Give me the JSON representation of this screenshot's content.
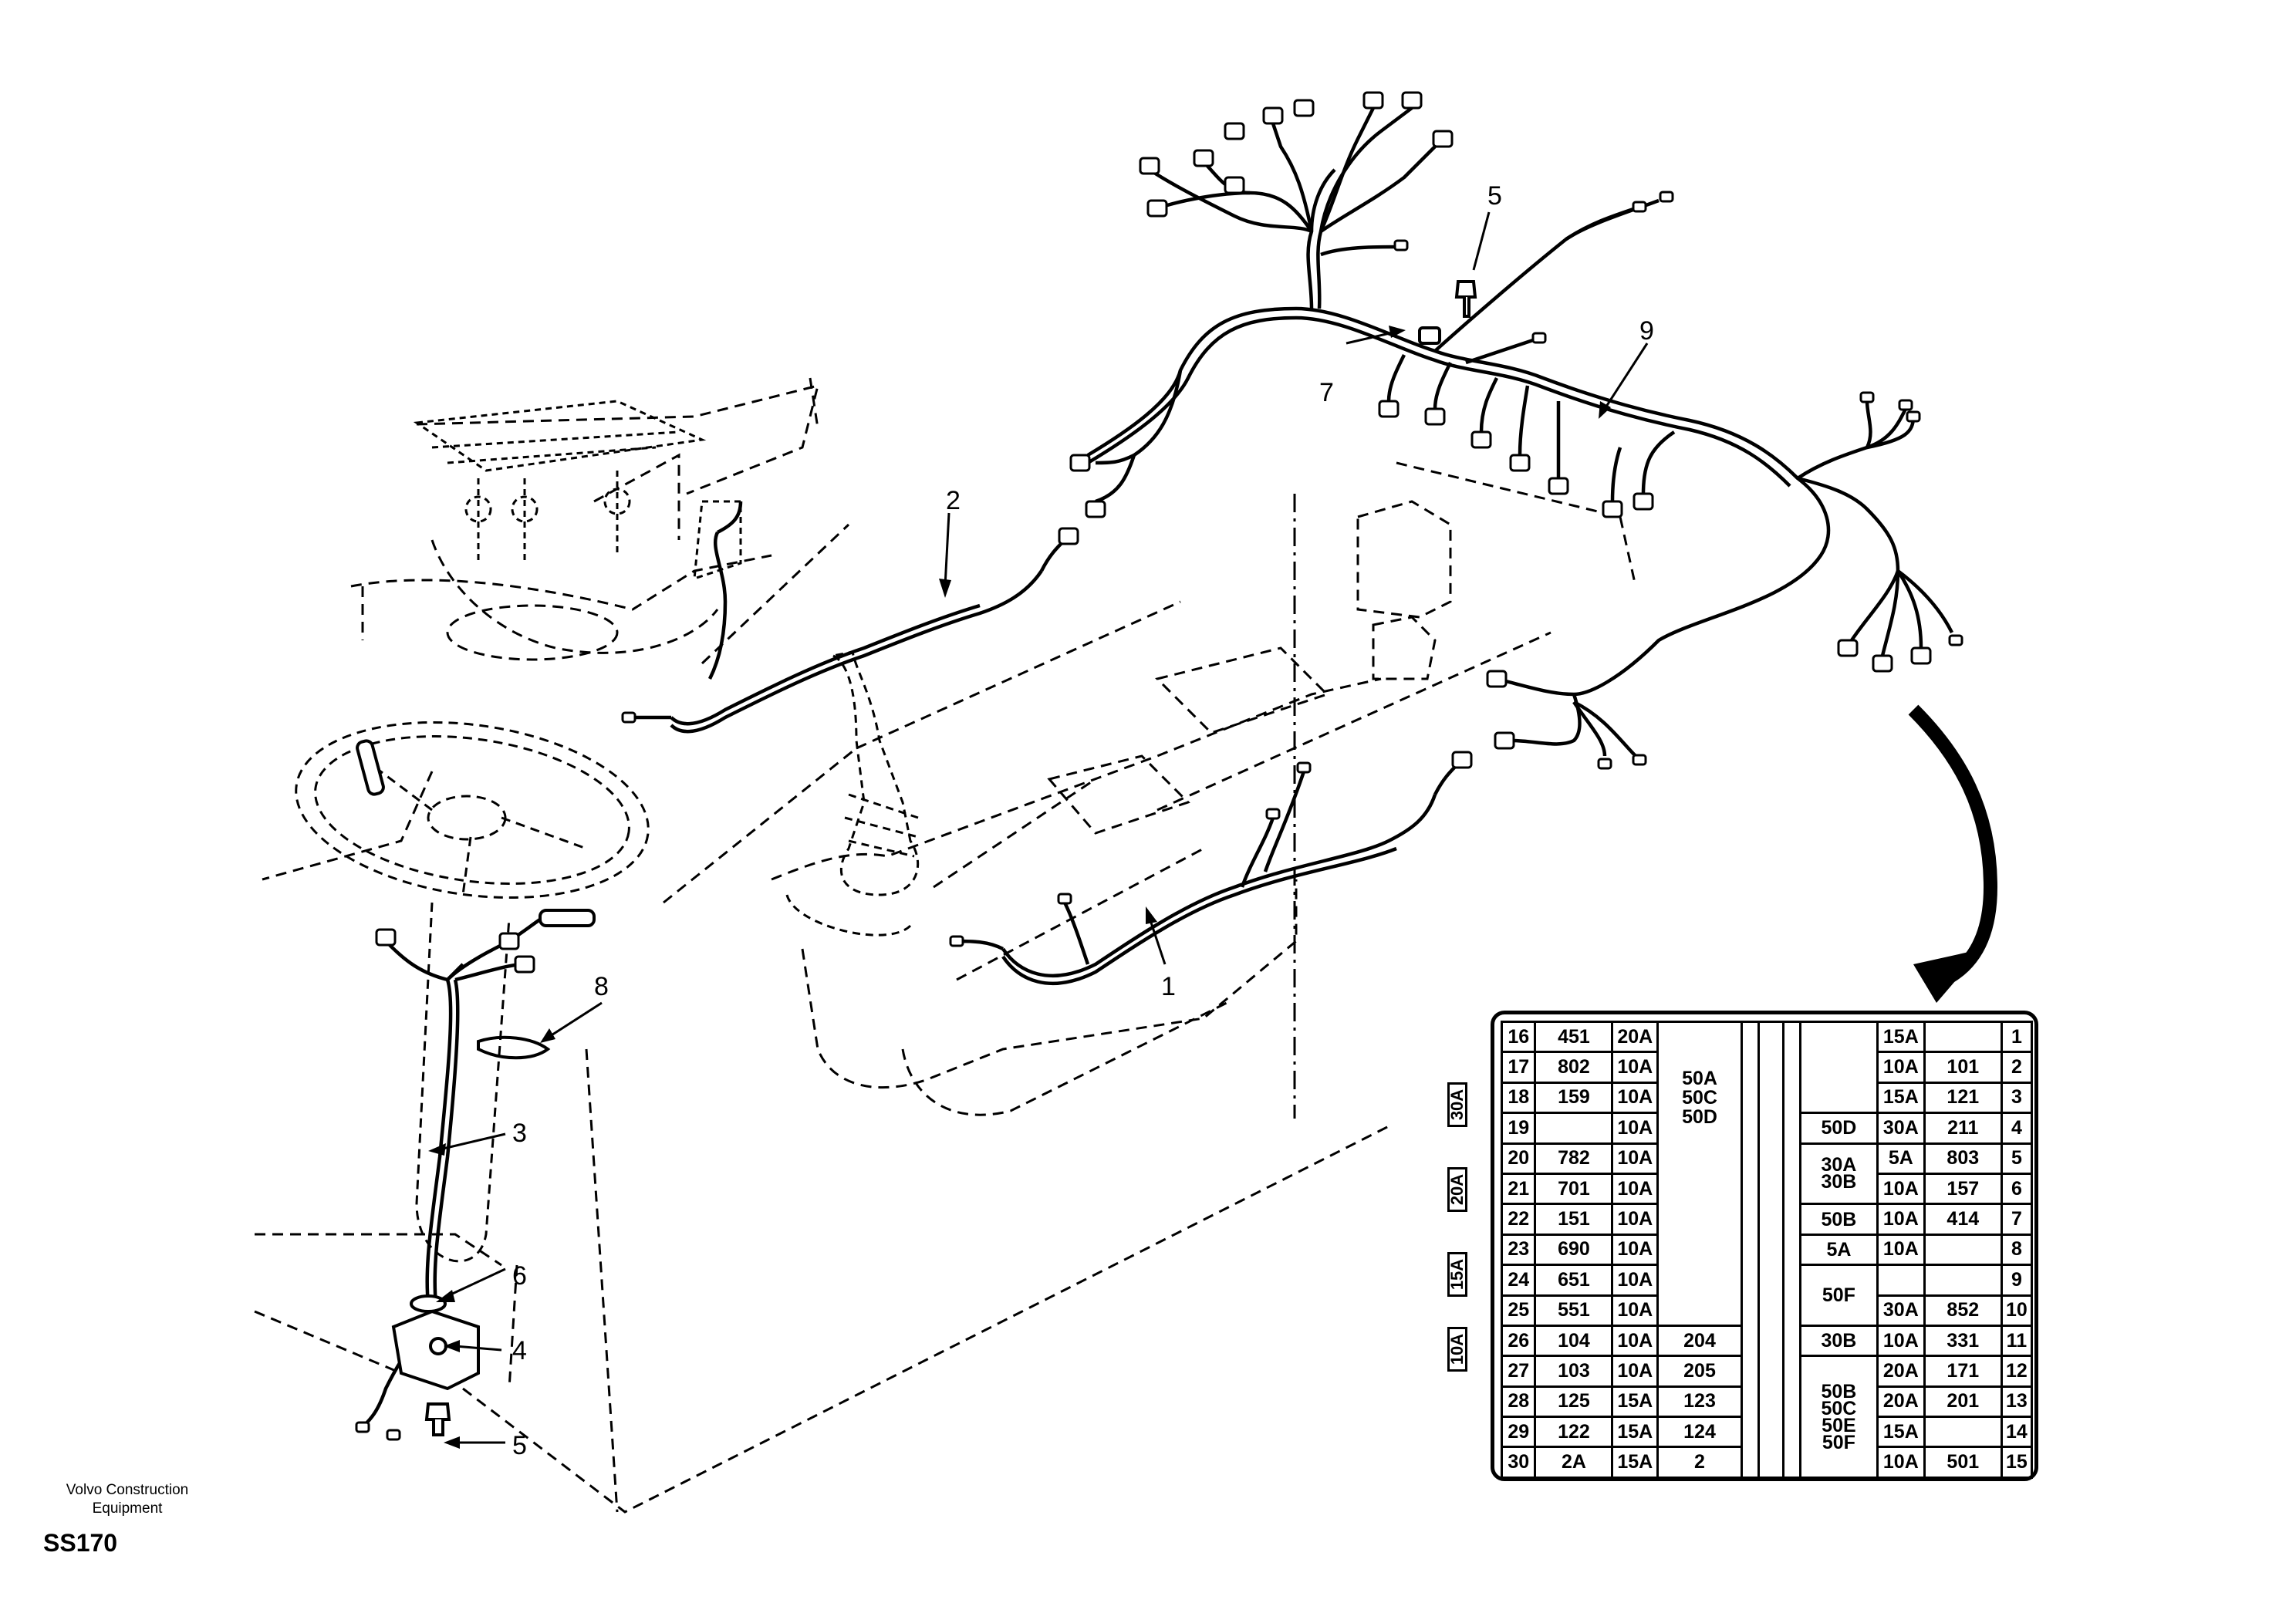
{
  "callouts": {
    "c1": "1",
    "c2": "2",
    "c3": "3",
    "c4": "4",
    "c5a": "5",
    "c5b": "5",
    "c6": "6",
    "c7": "7",
    "c8": "8",
    "c9": "9"
  },
  "company_line1": "Volvo Construction",
  "company_line2": "Equipment",
  "figure_code": "SS170",
  "side_labels": [
    "30A",
    "20A",
    "15A",
    "10A"
  ],
  "fuse_table": {
    "left_rows": [
      {
        "no": "16",
        "wire": "451",
        "amp": "20A"
      },
      {
        "no": "17",
        "wire": "802",
        "amp": "10A"
      },
      {
        "no": "18",
        "wire": "159",
        "amp": "10A"
      },
      {
        "no": "19",
        "wire": "",
        "amp": "10A"
      },
      {
        "no": "20",
        "wire": "782",
        "amp": "10A"
      },
      {
        "no": "21",
        "wire": "701",
        "amp": "10A"
      },
      {
        "no": "22",
        "wire": "151",
        "amp": "10A"
      },
      {
        "no": "23",
        "wire": "690",
        "amp": "10A"
      },
      {
        "no": "24",
        "wire": "651",
        "amp": "10A"
      },
      {
        "no": "25",
        "wire": "551",
        "amp": "10A"
      },
      {
        "no": "26",
        "wire": "104",
        "amp": "10A"
      },
      {
        "no": "27",
        "wire": "103",
        "amp": "10A"
      },
      {
        "no": "28",
        "wire": "125",
        "amp": "15A"
      },
      {
        "no": "29",
        "wire": "122",
        "amp": "15A"
      },
      {
        "no": "30",
        "wire": "2A",
        "amp": "15A"
      }
    ],
    "left_group_label": "50A\n50C\n50D",
    "left_lower": [
      "204",
      "205",
      "123",
      "124",
      "2"
    ],
    "mid_labels": {
      "r4": "50D",
      "r5": "30A\n30B",
      "r7": "50B",
      "r8": "5A",
      "r9": "50F",
      "r11": "30B",
      "r12": "50B\n50C\n50E\n50F"
    },
    "right_rows": [
      {
        "amp": "15A",
        "wire": "",
        "no": "1"
      },
      {
        "amp": "10A",
        "wire": "101",
        "no": "2"
      },
      {
        "amp": "15A",
        "wire": "121",
        "no": "3"
      },
      {
        "amp": "30A",
        "wire": "211",
        "no": "4"
      },
      {
        "amp": "5A",
        "wire": "803",
        "no": "5"
      },
      {
        "amp": "10A",
        "wire": "157",
        "no": "6"
      },
      {
        "amp": "10A",
        "wire": "414",
        "no": "7"
      },
      {
        "amp": "10A",
        "wire": "",
        "no": "8"
      },
      {
        "amp": "",
        "wire": "",
        "no": "9"
      },
      {
        "amp": "30A",
        "wire": "852",
        "no": "10"
      },
      {
        "amp": "10A",
        "wire": "331",
        "no": "11"
      },
      {
        "amp": "20A",
        "wire": "171",
        "no": "12"
      },
      {
        "amp": "20A",
        "wire": "201",
        "no": "13"
      },
      {
        "amp": "15A",
        "wire": "",
        "no": "14"
      },
      {
        "amp": "10A",
        "wire": "501",
        "no": "15"
      }
    ]
  }
}
